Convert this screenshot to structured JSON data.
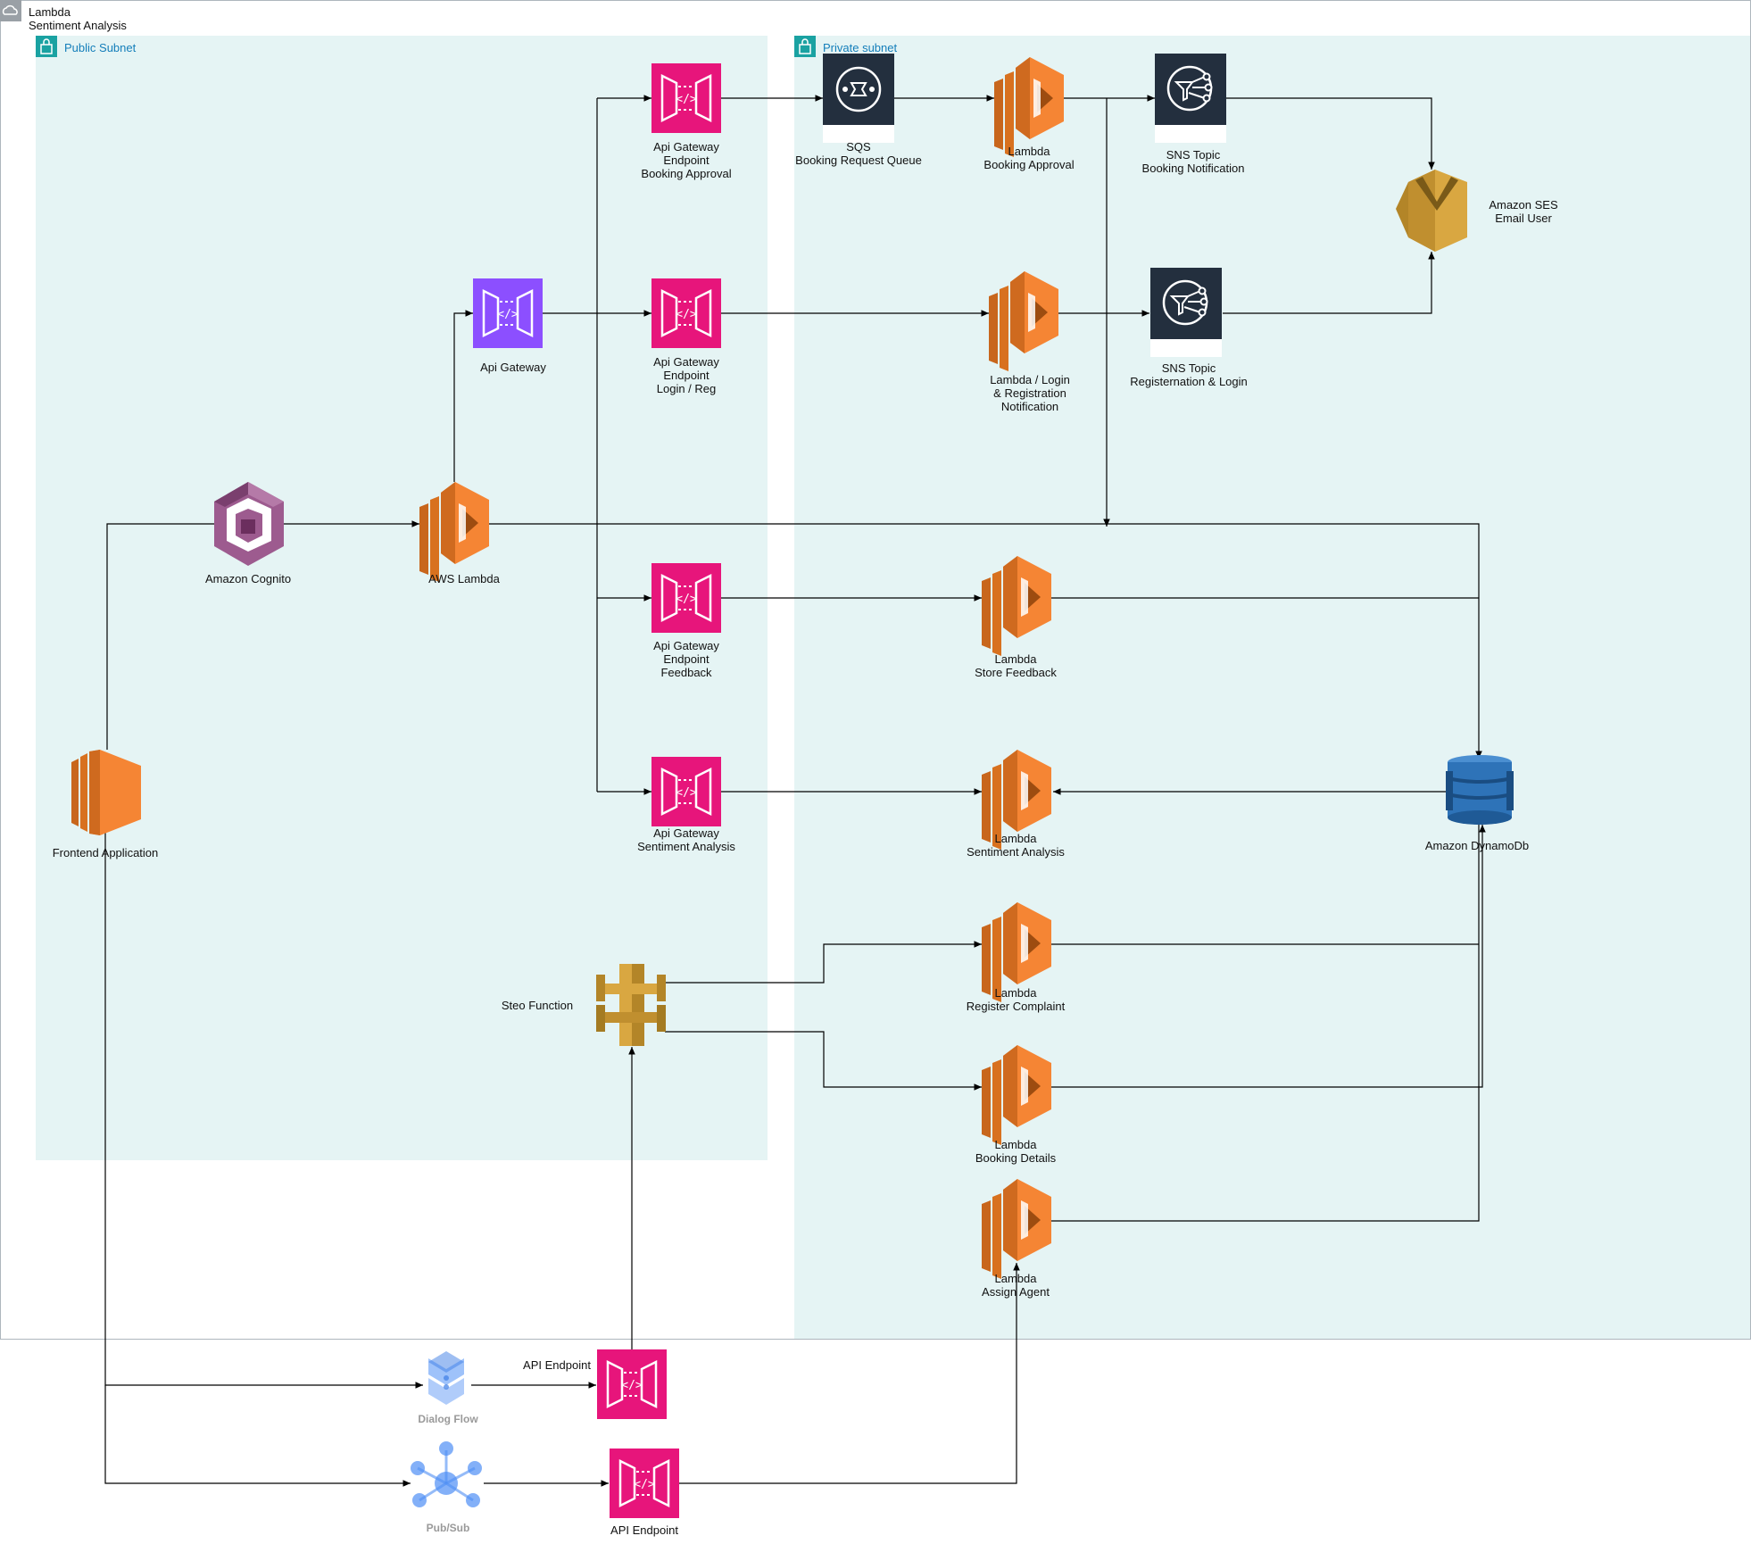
{
  "colors": {
    "subnet_fill": "#e5f4f4",
    "subnet_label": "#147eba",
    "subnet_badge": "#1aa2a2",
    "lambda_orange": "#f58534",
    "apigw_pink": "#e7157b",
    "apigw_purple": "#8c4fff",
    "sns_dark": "#232f3e",
    "cognito_purple": "#9d5b8f",
    "ses_gold": "#d9a741",
    "dynamo_blue": "#2e73b8",
    "gcp_blue": "#4f8ff5",
    "edge": "#000000"
  },
  "diagram": {
    "title": "Lambda\nSentiment Analysis",
    "public_subnet_label": "Public Subnet",
    "private_subnet_label": "Private subnet",
    "nodes": {
      "apigw_booking": {
        "label": "Api Gateway\nEndpoint\nBooking Approval",
        "icon": "api-gateway-icon"
      },
      "sqs": {
        "label": "SQS\nBooking Request Queue",
        "icon": "sqs-icon"
      },
      "lambda_booking_approval": {
        "label": "Lambda\nBooking Approval",
        "icon": "lambda-icon"
      },
      "sns_booking": {
        "label": "SNS Topic\nBooking Notification",
        "icon": "sns-icon"
      },
      "ses": {
        "label": "Amazon SES\nEmail User",
        "icon": "ses-icon"
      },
      "api_gateway": {
        "label": "Api Gateway",
        "icon": "api-gateway-icon"
      },
      "apigw_login": {
        "label": "Api Gateway\nEndpoint\nLogin / Reg",
        "icon": "api-gateway-icon"
      },
      "lambda_login": {
        "label": "Lambda / Login\n& Registration\nNotification",
        "icon": "lambda-icon"
      },
      "sns_reg": {
        "label": "SNS Topic\nRegisternation & Login",
        "icon": "sns-icon"
      },
      "cognito": {
        "label": "Amazon Cognito",
        "icon": "cognito-icon"
      },
      "aws_lambda": {
        "label": "AWS Lambda",
        "icon": "lambda-icon"
      },
      "apigw_feedback": {
        "label": "Api Gateway\nEndpoint\nFeedback",
        "icon": "api-gateway-icon"
      },
      "lambda_feedback": {
        "label": "Lambda\nStore Feedback",
        "icon": "lambda-icon"
      },
      "frontend": {
        "label": "Frontend Application",
        "icon": "ec2-icon"
      },
      "apigw_sentiment": {
        "label": "Api Gateway\nSentiment Analysis",
        "icon": "api-gateway-icon"
      },
      "lambda_sentiment": {
        "label": "Lambda\nSentiment Analysis",
        "icon": "lambda-icon"
      },
      "dynamodb": {
        "label": "Amazon DynamoDb",
        "icon": "dynamodb-icon"
      },
      "step_function": {
        "label": "Steo Function",
        "icon": "step-functions-icon"
      },
      "lambda_complaint": {
        "label": "Lambda\nRegister Complaint",
        "icon": "lambda-icon"
      },
      "lambda_booking_details": {
        "label": "Lambda\nBooking Details",
        "icon": "lambda-icon"
      },
      "lambda_assign": {
        "label": "Lambda\nAssign Agent",
        "icon": "lambda-icon"
      },
      "dialogflow": {
        "label": "Dialog Flow",
        "icon": "dialogflow-icon"
      },
      "api_endpoint_1": {
        "label": "API Endpoint",
        "icon": "api-gateway-icon"
      },
      "pubsub": {
        "label": "Pub/Sub",
        "icon": "pubsub-icon"
      },
      "api_endpoint_2": {
        "label": "API Endpoint",
        "icon": "api-gateway-icon"
      }
    },
    "edges": [
      {
        "from": "frontend",
        "to": "cognito"
      },
      {
        "from": "cognito",
        "to": "aws_lambda"
      },
      {
        "from": "aws_lambda",
        "to": "api_gateway"
      },
      {
        "from": "api_gateway",
        "to": "apigw_booking"
      },
      {
        "from": "api_gateway",
        "to": "apigw_login"
      },
      {
        "from": "api_gateway",
        "to": "apigw_feedback"
      },
      {
        "from": "api_gateway",
        "to": "apigw_sentiment"
      },
      {
        "from": "apigw_booking",
        "to": "sqs"
      },
      {
        "from": "sqs",
        "to": "lambda_booking_approval"
      },
      {
        "from": "lambda_booking_approval",
        "to": "sns_booking"
      },
      {
        "from": "lambda_booking_approval",
        "to": "dynamodb"
      },
      {
        "from": "sns_booking",
        "to": "ses"
      },
      {
        "from": "apigw_login",
        "to": "lambda_login"
      },
      {
        "from": "lambda_login",
        "to": "sns_reg"
      },
      {
        "from": "sns_reg",
        "to": "ses"
      },
      {
        "from": "aws_lambda",
        "to": "dynamodb"
      },
      {
        "from": "apigw_feedback",
        "to": "lambda_feedback"
      },
      {
        "from": "lambda_feedback",
        "to": "dynamodb"
      },
      {
        "from": "apigw_sentiment",
        "to": "lambda_sentiment"
      },
      {
        "from": "dynamodb",
        "to": "lambda_sentiment"
      },
      {
        "from": "step_function",
        "to": "lambda_complaint"
      },
      {
        "from": "step_function",
        "to": "lambda_booking_details"
      },
      {
        "from": "lambda_complaint",
        "to": "dynamodb"
      },
      {
        "from": "lambda_booking_details",
        "to": "dynamodb"
      },
      {
        "from": "lambda_assign",
        "to": "dynamodb"
      },
      {
        "from": "frontend",
        "to": "dialogflow"
      },
      {
        "from": "frontend",
        "to": "pubsub"
      },
      {
        "from": "dialogflow",
        "to": "api_endpoint_1"
      },
      {
        "from": "api_endpoint_1",
        "to": "step_function"
      },
      {
        "from": "pubsub",
        "to": "api_endpoint_2"
      },
      {
        "from": "api_endpoint_2",
        "to": "lambda_assign"
      }
    ]
  }
}
